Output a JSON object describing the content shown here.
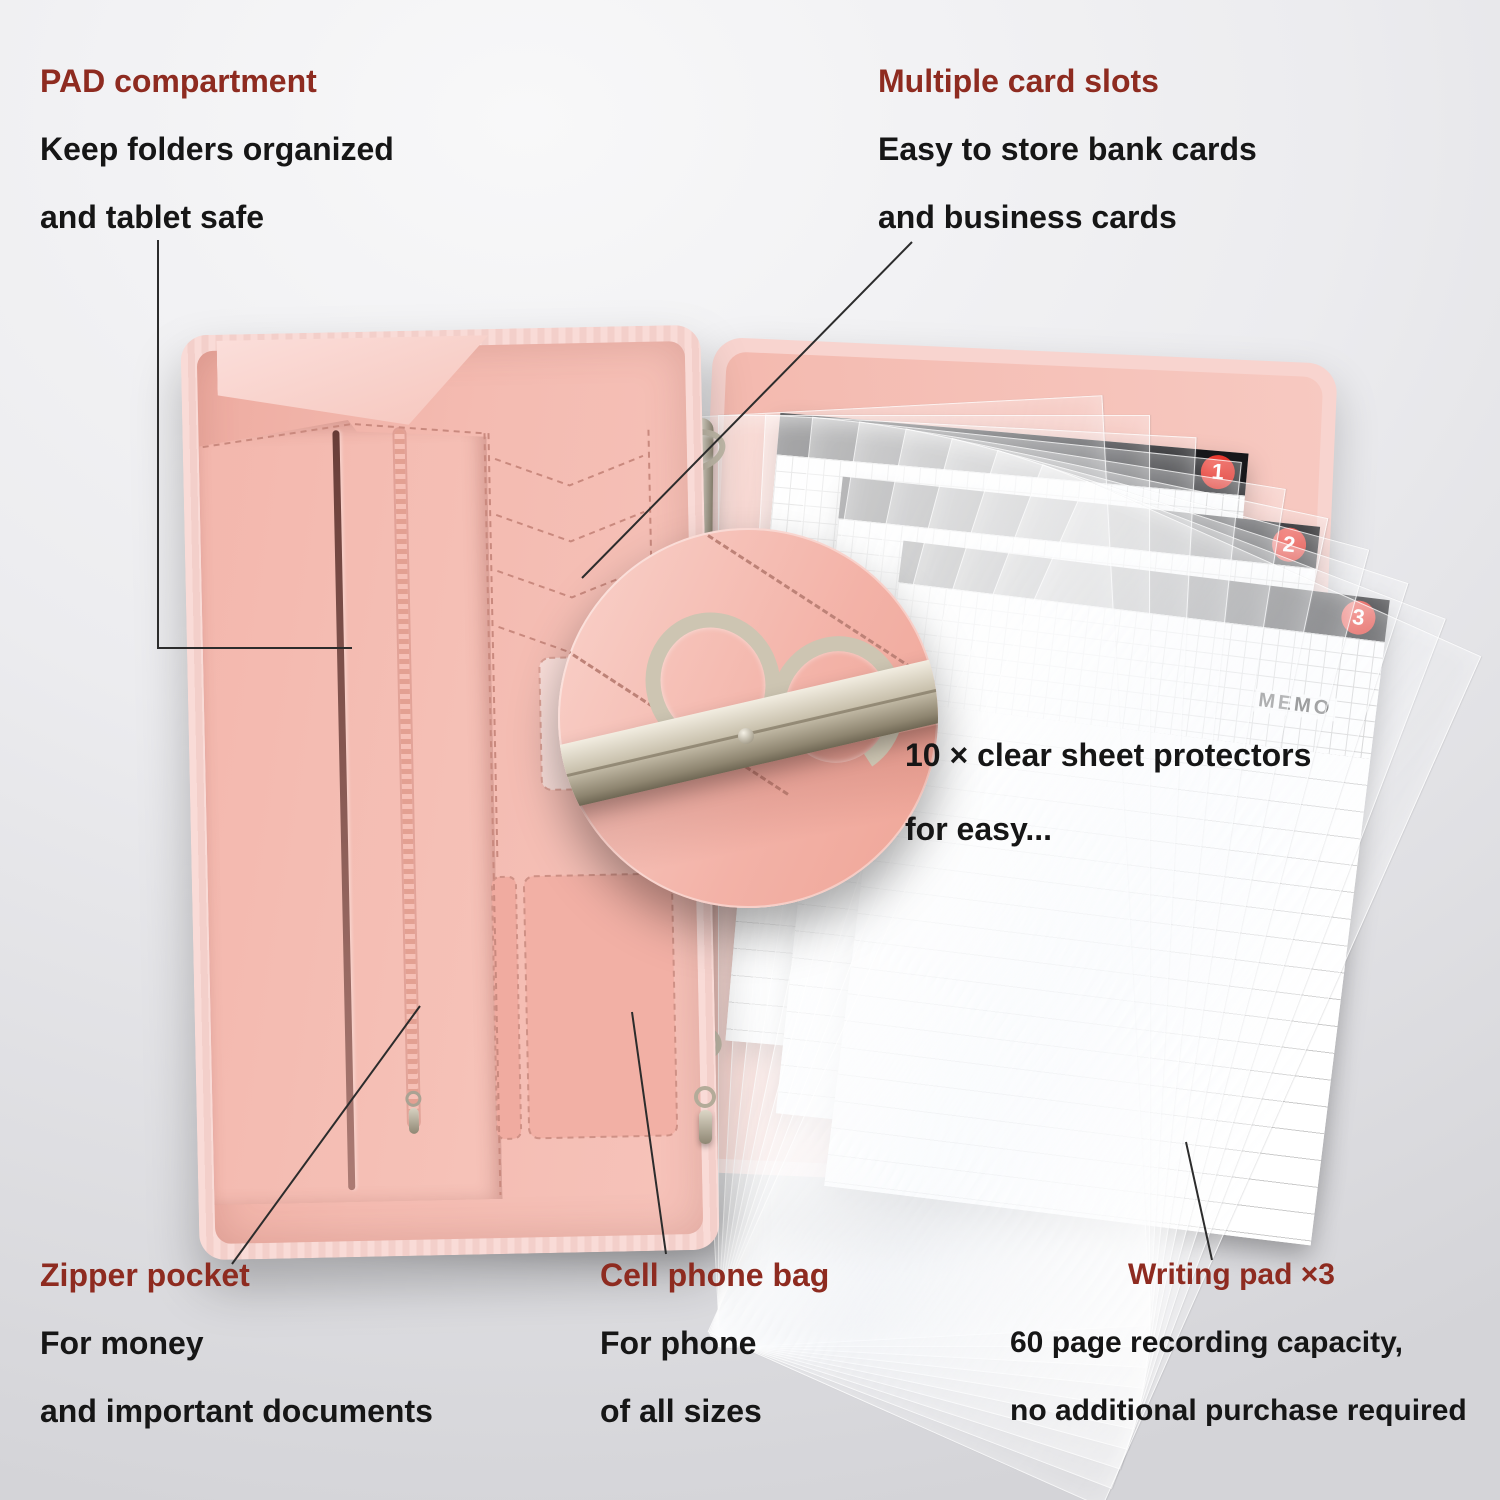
{
  "annotations": {
    "pad_compartment": {
      "title": "PAD compartment",
      "lines": [
        "Keep folders organized",
        "and tablet safe"
      ]
    },
    "card_slots": {
      "title": "Multiple card slots",
      "lines": [
        "Easy to store bank cards",
        "and business cards"
      ]
    },
    "sheet_protectors": {
      "lines": [
        "10 × clear sheet protectors",
        "for easy..."
      ]
    },
    "zipper_pocket": {
      "title": "Zipper pocket",
      "lines": [
        "For money",
        "and important documents"
      ]
    },
    "cell_phone_bag": {
      "title": "Cell phone bag",
      "lines": [
        "For phone",
        "of all sizes"
      ]
    },
    "writing_pad": {
      "title": "Writing pad ×3",
      "lines": [
        "60 page recording capacity,",
        "no additional purchase required"
      ]
    }
  },
  "pads": {
    "memo_label": "MEMO",
    "numbers": [
      "1",
      "2",
      "3"
    ]
  },
  "colors": {
    "title_red": "#8e2b20",
    "text_black": "#161616",
    "pad_bar_black": "#17171a",
    "number_red": "#d81f17",
    "portfolio_pink": "#f4bbb1",
    "portfolio_trim": "#f8d3ce",
    "metal": "#c2bbaa"
  }
}
